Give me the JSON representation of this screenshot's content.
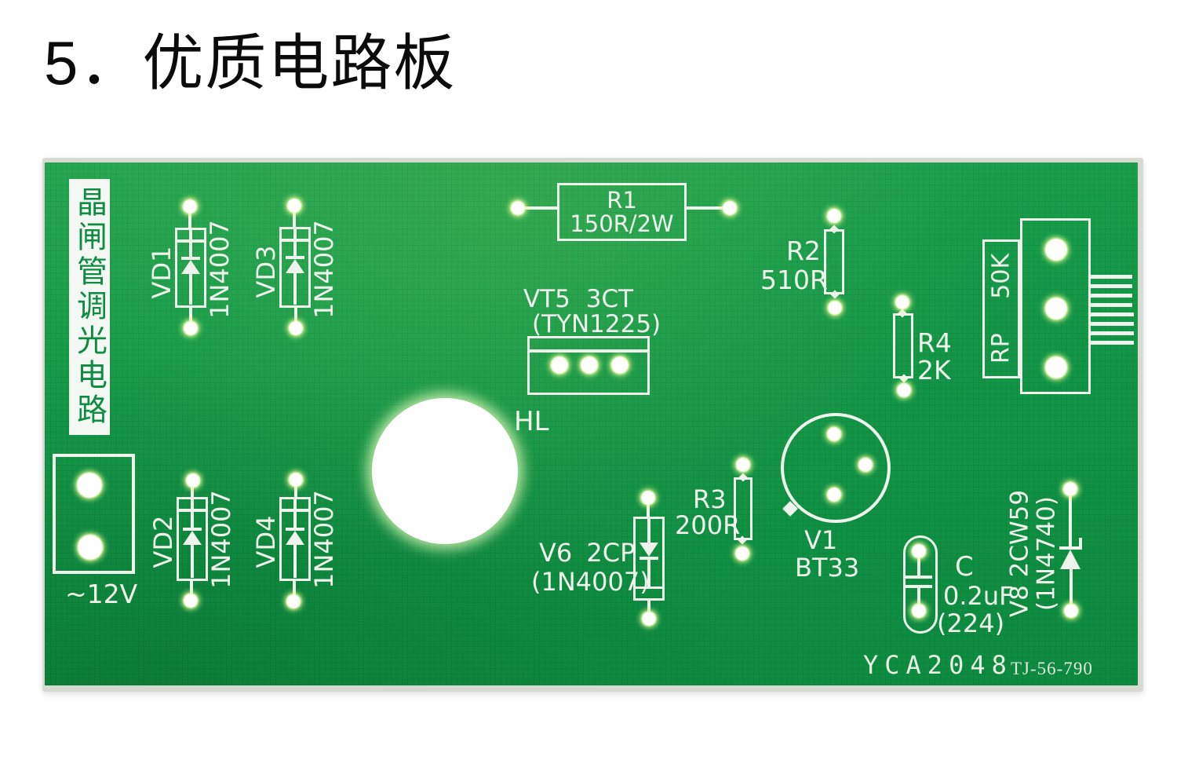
{
  "title": "5．优质电路板",
  "board": {
    "silk_text": "晶闸管调光电路",
    "id": "YCA2048",
    "code": "TJ-56-790",
    "colors": {
      "pcb_green": "#13994a",
      "silkscreen": "#eef4ec",
      "title_black": "#0b0b0b",
      "silk_green_text": "#0f8c42"
    },
    "components": {
      "r1": {
        "name": "R1",
        "value": "150R/2W"
      },
      "r2": {
        "name": "R2",
        "value": "510R"
      },
      "r3": {
        "name": "R3",
        "value": "200R"
      },
      "r4": {
        "name": "R4",
        "value": "2K"
      },
      "vd1": {
        "name": "VD1",
        "part": "1N4007"
      },
      "vd2": {
        "name": "VD2",
        "part": "1N4007"
      },
      "vd3": {
        "name": "VD3",
        "part": "1N4007"
      },
      "vd4": {
        "name": "VD4",
        "part": "1N4007"
      },
      "vt5": {
        "name": "VT5 3CT",
        "part": "(TYN1225)"
      },
      "v6": {
        "name": "V6 2CP",
        "part": "(1N4007)"
      },
      "v8": {
        "name": "V8 2CW59",
        "part": "(1N4740)"
      },
      "v1": {
        "name": "V1",
        "part": "BT33"
      },
      "c": {
        "name": "C",
        "value": "0.2uF",
        "code": "(224)"
      },
      "rp": {
        "name": "RP 50K"
      },
      "hl": {
        "name": "HL"
      },
      "ac": {
        "name": "~12V"
      }
    }
  }
}
